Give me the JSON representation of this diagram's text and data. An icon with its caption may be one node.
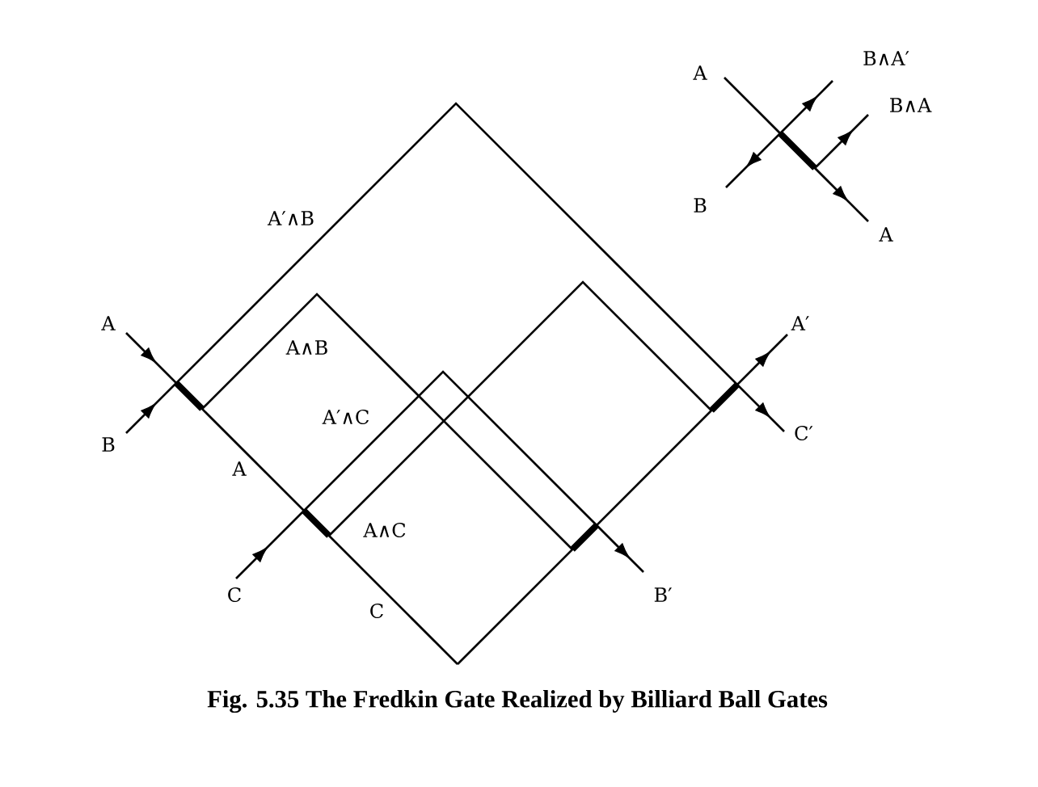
{
  "diagram": {
    "caption": "Fig. 5.35 The Fredkin Gate Realized by Billiard Ball Gates",
    "labels": [
      "A",
      "B∧A′",
      "B∧A",
      "B",
      "A",
      "A′∧B",
      "A",
      "A∧B",
      "A′",
      "B",
      "A′∧C",
      "C′",
      "A",
      "A∧C",
      "C",
      "B′",
      "C"
    ]
  }
}
